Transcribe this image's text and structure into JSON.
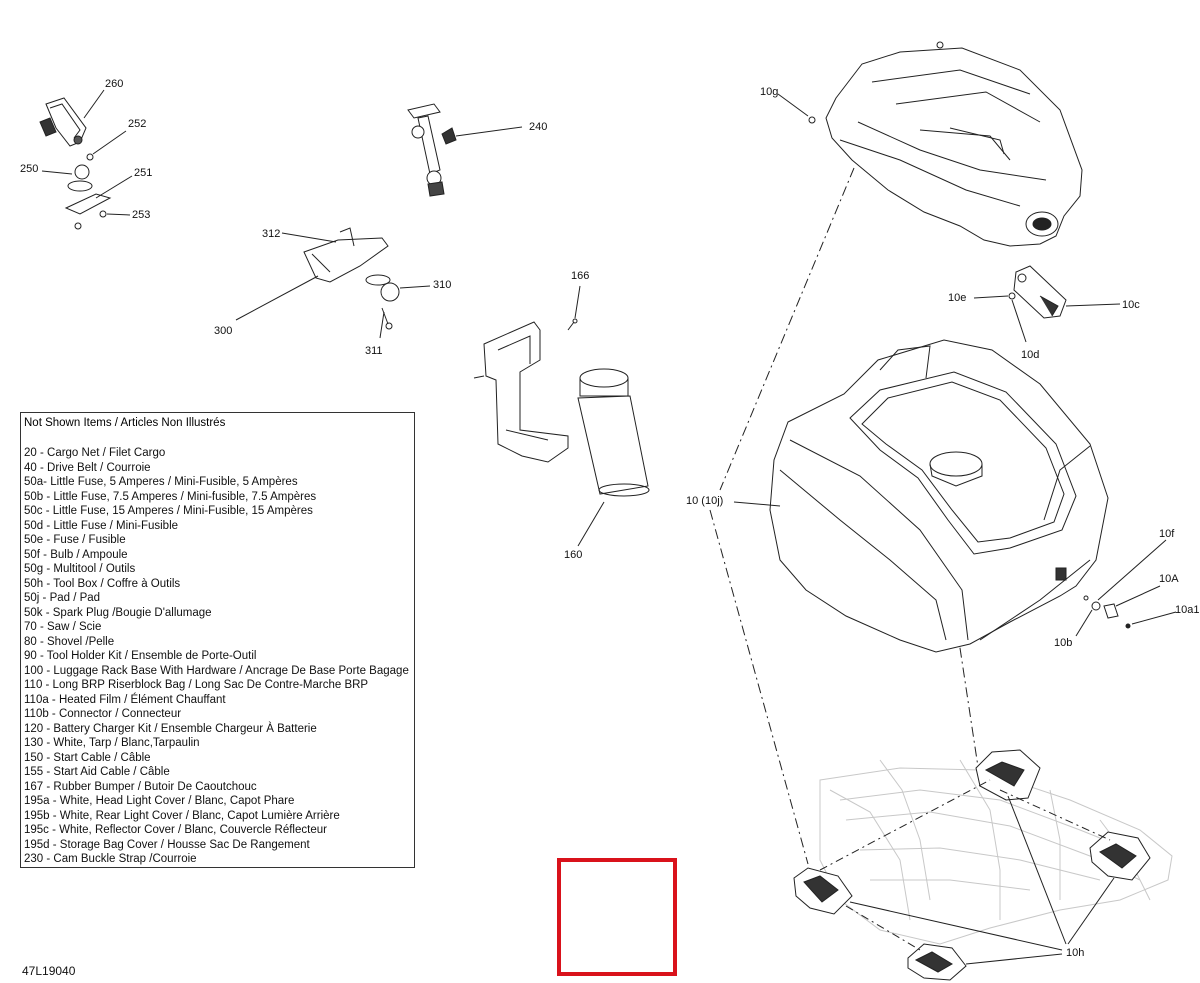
{
  "callouts": {
    "c260": "260",
    "c252": "252",
    "c250": "250",
    "c251": "251",
    "c253": "253",
    "c240": "240",
    "c312": "312",
    "c310": "310",
    "c300": "300",
    "c311": "311",
    "c166": "166",
    "c160": "160",
    "c10g": "10g",
    "c10e": "10e",
    "c10c": "10c",
    "c10d": "10d",
    "c10_10j": "10 (10j)",
    "c10f": "10f",
    "c10A": "10A",
    "c10a1": "10a1",
    "c10b": "10b",
    "c10h": "10h"
  },
  "legend": {
    "title": "Not Shown Items / Articles Non Illustrés",
    "items": [
      "20 - Cargo Net / Filet Cargo",
      "40 - Drive Belt / Courroie",
      "50a- Little Fuse, 5  Amperes / Mini-Fusible, 5 Ampères",
      "50b - Little Fuse, 7.5 Amperes / Mini-fusible, 7.5 Ampères",
      "50c - Little Fuse, 15 Amperes / Mini-Fusible, 15 Ampères",
      "50d - Little Fuse / Mini-Fusible",
      "50e - Fuse / Fusible",
      "50f - Bulb / Ampoule",
      "50g - Multitool / Outils",
      "50h - Tool Box / Coffre à Outils",
      "50j - Pad / Pad",
      "50k - Spark Plug /Bougie D'allumage",
      "70 - Saw / Scie",
      "80 - Shovel /Pelle",
      "90 - Tool Holder Kit / Ensemble de Porte-Outil",
      "100 - Luggage Rack Base With Hardware / Ancrage De Base Porte Bagage",
      "110 - Long BRP Riserblock Bag / Long Sac De Contre-Marche BRP",
      "110a - Heated Film / Élément Chauffant",
      "110b - Connector / Connecteur",
      "120 - Battery Charger Kit / Ensemble Chargeur À Batterie",
      "130 - White, Tarp /  Blanc,Tarpaulin",
      "150 - Start Cable / Câble",
      "155 - Start Aid Cable / Câble",
      "167 - Rubber Bumper / Butoir De Caoutchouc",
      "195a - White, Head Light Cover / Blanc, Capot Phare",
      "195b - White, Rear Light Cover / Blanc, Capot Lumière Arrière",
      "195c - White, Reflector Cover / Blanc, Couvercle Réflecteur",
      "195d - Storage Bag Cover / Housse Sac De Rangement",
      "230 - Cam Buckle Strap /Courroie"
    ]
  },
  "drawing_number": "47L19040",
  "colors": {
    "line": "#222222",
    "highlight": "#d9121b",
    "faint": "#c8c8c8"
  }
}
